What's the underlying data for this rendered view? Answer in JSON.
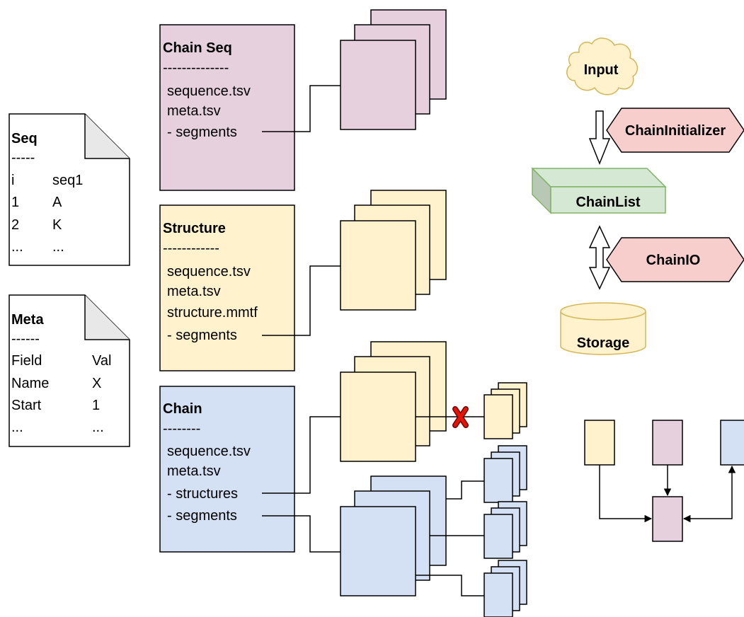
{
  "colors": {
    "purple": "#e6d0de",
    "yellow": "#fff2cc",
    "blue": "#d4e1f5",
    "red": "#f8cecc",
    "green": "#d5e8d4",
    "green_dark": "#b7c9b5",
    "green_stroke": "#82b366",
    "cloud": "#fff2cc",
    "cloud_stroke": "#d6b656",
    "storage": "#fff2cc",
    "storage_stroke": "#d6b656",
    "hex_stroke": "#b85450",
    "cross": "#e51400"
  },
  "seq_doc": {
    "title": "Seq",
    "divider": "-----",
    "rows": [
      [
        "i",
        "seq1"
      ],
      [
        "1",
        "A"
      ],
      [
        "2",
        "K"
      ],
      [
        "...",
        "..."
      ]
    ]
  },
  "meta_doc": {
    "title": "Meta",
    "divider": "------",
    "rows": [
      [
        "Field",
        "Val"
      ],
      [
        "Name",
        "X"
      ],
      [
        "Start",
        "1"
      ],
      [
        "...",
        "..."
      ]
    ]
  },
  "chain_seq_box": {
    "title": "Chain Seq",
    "divider": "--------------",
    "lines": [
      "sequence.tsv",
      "meta.tsv",
      "- segments"
    ]
  },
  "structure_box": {
    "title": "Structure",
    "divider": "------------",
    "lines": [
      "sequence.tsv",
      "meta.tsv",
      "structure.mmtf",
      "- segments"
    ]
  },
  "chain_box": {
    "title": "Chain",
    "divider": "--------",
    "lines": [
      "sequence.tsv",
      "meta.tsv",
      "- structures",
      "- segments"
    ]
  },
  "flow": {
    "input": "Input",
    "initializer": "ChainInitializer",
    "chainlist": "ChainList",
    "chainio": "ChainIO",
    "storage": "Storage"
  }
}
